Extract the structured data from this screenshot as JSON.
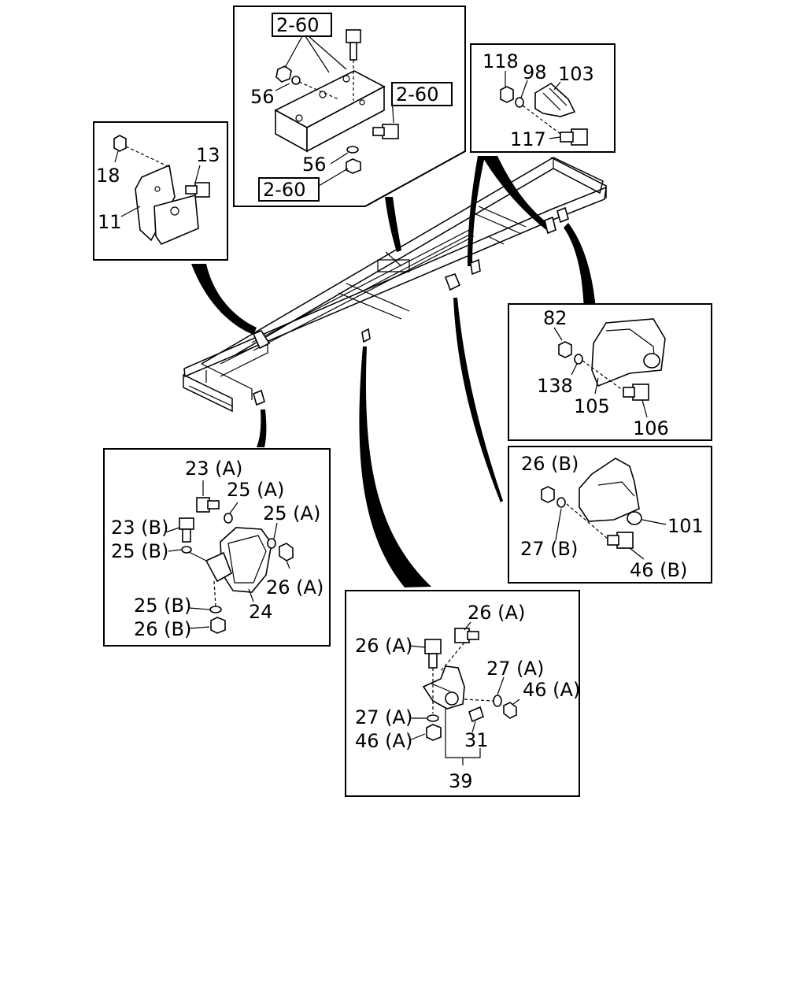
{
  "panels": {
    "center_top": {
      "box_labels": [
        "2-60",
        "2-60",
        "2-60"
      ],
      "labels": [
        "56",
        "56"
      ]
    },
    "top_left": {
      "labels": [
        "18",
        "13",
        "11"
      ]
    },
    "top_right": {
      "labels": [
        "118",
        "98",
        "103",
        "117"
      ]
    },
    "mid_right": {
      "labels": [
        "82",
        "138",
        "105",
        "106"
      ]
    },
    "lower_right": {
      "labels": [
        "26 (B)",
        "101",
        "27 (B)",
        "46 (B)"
      ]
    },
    "left": {
      "labels": [
        "23 (A)",
        "25 (A)",
        "25 (A)",
        "23 (B)",
        "25 (B)",
        "26 (A)",
        "25 (B)",
        "24",
        "26 (B)"
      ]
    },
    "bottom": {
      "labels": [
        "26 (A)",
        "26 (A)",
        "27 (A)",
        "46 (A)",
        "27 (A)",
        "46 (A)",
        "31",
        "39"
      ]
    }
  }
}
